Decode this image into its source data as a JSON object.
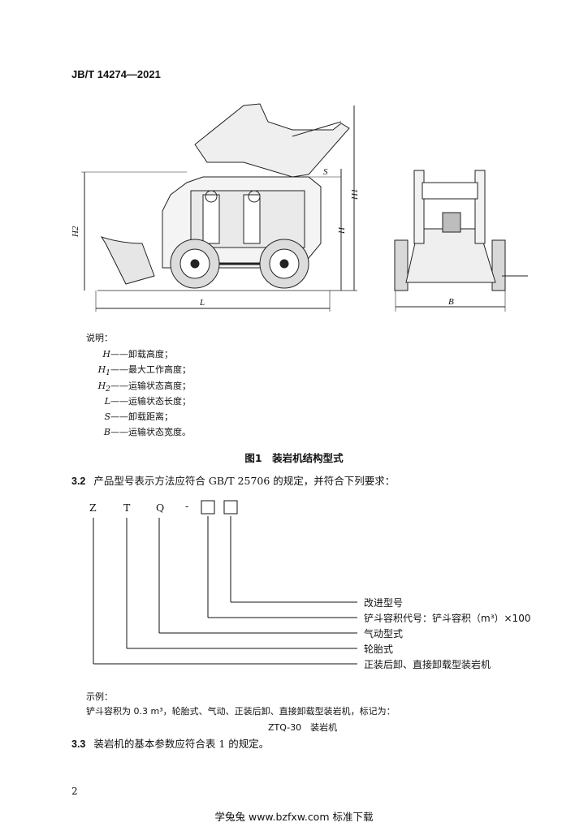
{
  "header": {
    "standard_code": "JB/T 14274—2021"
  },
  "figure": {
    "dims": {
      "H2": "H2",
      "H": "H",
      "H1": "H1",
      "L": "L",
      "S": "S",
      "B": "B"
    }
  },
  "legend": {
    "title": "说明：",
    "items": [
      {
        "sym": "H",
        "sub": "",
        "text": "——卸载高度；"
      },
      {
        "sym": "H",
        "sub": "1",
        "text": "——最大工作高度；"
      },
      {
        "sym": "H",
        "sub": "2",
        "text": "——运输状态高度；"
      },
      {
        "sym": "L",
        "sub": "",
        "text": "——运输状态长度；"
      },
      {
        "sym": "S",
        "sub": "",
        "text": "——卸载距离；"
      },
      {
        "sym": "B",
        "sub": "",
        "text": "——运输状态宽度。"
      }
    ]
  },
  "caption": "图1　装岩机结构型式",
  "section_3_2": {
    "num": "3.2",
    "text": "产品型号表示方法应符合 GB/T 25706 的规定，并符合下列要求："
  },
  "model": {
    "letters": [
      "Z",
      "T",
      "Q"
    ],
    "dash": "-",
    "labels": [
      "改进型号",
      "铲斗容积代号：铲斗容积（m³）×100",
      "气动型式",
      "轮胎式",
      "正装后卸、直接卸载型装岩机"
    ]
  },
  "example": {
    "title": "示例：",
    "line": "铲斗容积为 0.3 m³，轮胎式、气动、正装后卸、直接卸载型装岩机，标记为：",
    "mark": "ZTQ-30　装岩机"
  },
  "section_3_3": {
    "num": "3.3",
    "text": "装岩机的基本参数应符合表 1 的规定。"
  },
  "page_number": "2",
  "footer": "学兔兔 www.bzfxw.com 标准下载"
}
